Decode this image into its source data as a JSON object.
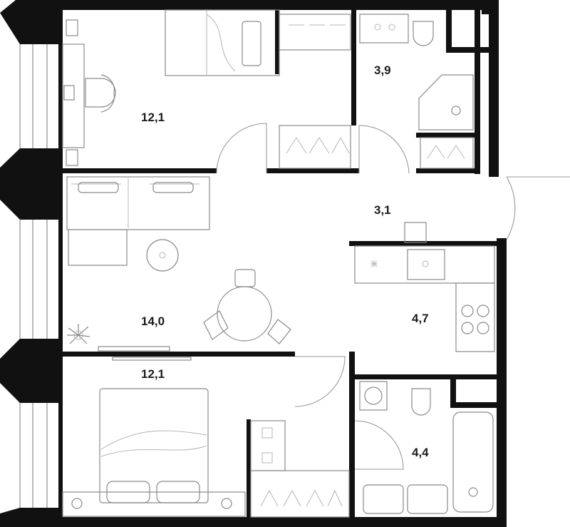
{
  "rooms": [
    {
      "id": "bedroom-top",
      "area": "12,1"
    },
    {
      "id": "bathroom-top",
      "area": "3,9"
    },
    {
      "id": "hallway",
      "area": "3,1"
    },
    {
      "id": "living-room",
      "area": "14,0"
    },
    {
      "id": "kitchen",
      "area": "4,7"
    },
    {
      "id": "bedroom-bottom",
      "area": "12,1"
    },
    {
      "id": "bathroom-bottom",
      "area": "4,4"
    }
  ],
  "colors": {
    "walls": "#111111",
    "furniture": "#8a8a8a",
    "background": "#ffffff"
  }
}
